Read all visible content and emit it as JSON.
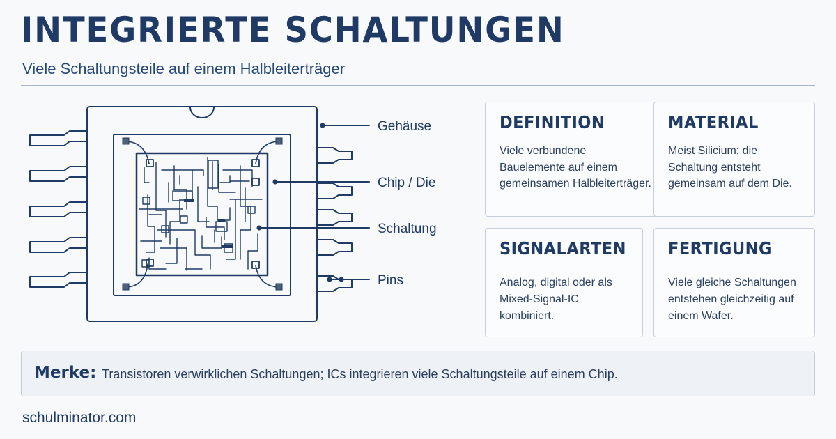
{
  "header": {
    "title": "INTEGRIERTE SCHALTUNGEN",
    "subtitle": "Viele Schaltungsteile auf einem Halbleiterträger"
  },
  "diagram": {
    "labels": {
      "package": "Gehäuse",
      "chip": "Chip / Die",
      "circuit": "Schaltung",
      "pins": "Pins"
    }
  },
  "cards": [
    {
      "title": "DEFINITION",
      "text": "Viele verbundene Bauelemente auf einem gemeinsamen Halbleiterträger."
    },
    {
      "title": "MATERIAL",
      "text": "Meist Silicium; die Schaltung entsteht gemeinsam auf dem Die."
    },
    {
      "title": "SIGNALARTEN",
      "text": "Analog, digital oder als Mixed-Signal-IC kombiniert."
    },
    {
      "title": "FERTIGUNG",
      "text": "Viele gleiche Schaltungen entstehen gleichzeitig auf einem Wafer."
    }
  ],
  "merke": {
    "label": "Merke:",
    "text": "Transistoren verwirklichen Schaltungen; ICs integrieren viele Schaltungsteile auf einem Chip."
  },
  "footer": {
    "site": "schulminator.com"
  },
  "colors": {
    "primary": "#1f3a64",
    "border": "#c6cfdb",
    "background": "#f8f9fb"
  }
}
